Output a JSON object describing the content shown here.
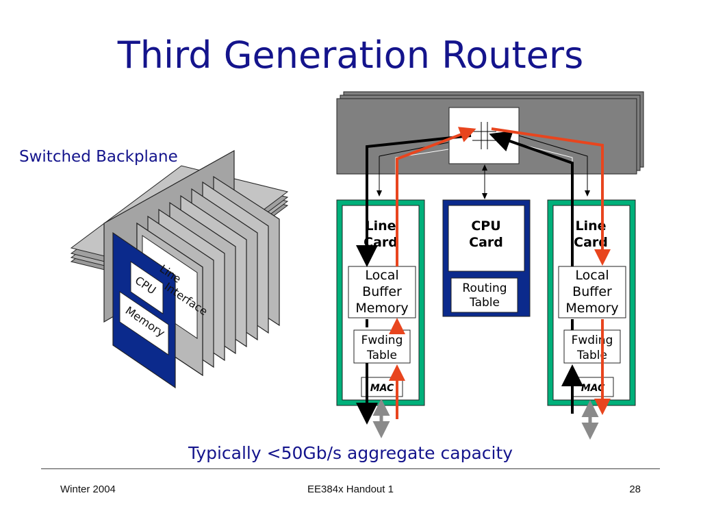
{
  "slide": {
    "title": "Third Generation Routers",
    "left_label": "Switched Backplane",
    "caption": "Typically <50Gb/s aggregate capacity"
  },
  "left_figure": {
    "cpu_label": "CPU",
    "memory_label": "Memory",
    "line_label": "Line",
    "interface_label": "Interface"
  },
  "line_card_left": {
    "title_line1": "Line",
    "title_line2": "Card",
    "buffer_line1": "Local",
    "buffer_line2": "Buffer",
    "buffer_line3": "Memory",
    "fwd_line1": "Fwding",
    "fwd_line2": "Table",
    "mac": "MAC"
  },
  "cpu_card": {
    "title_line1": "CPU",
    "title_line2": "Card",
    "routing_line1": "Routing",
    "routing_line2": "Table"
  },
  "line_card_right": {
    "title_line1": "Line",
    "title_line2": "Card",
    "buffer_line1": "Local",
    "buffer_line2": "Buffer",
    "buffer_line3": "Memory",
    "fwd_line1": "Fwding",
    "fwd_line2": "Table",
    "mac": "MAC"
  },
  "colors": {
    "title": "#14148c",
    "card_border": "#00b07a",
    "card_fill": "#2ec895",
    "cpu_card": "#0b2a8c",
    "backplane": "#808080",
    "data_path": "#e8451e",
    "control_path": "#000000"
  },
  "footer": {
    "left": "Winter 2004",
    "center": "EE384x Handout 1",
    "right": "28"
  }
}
